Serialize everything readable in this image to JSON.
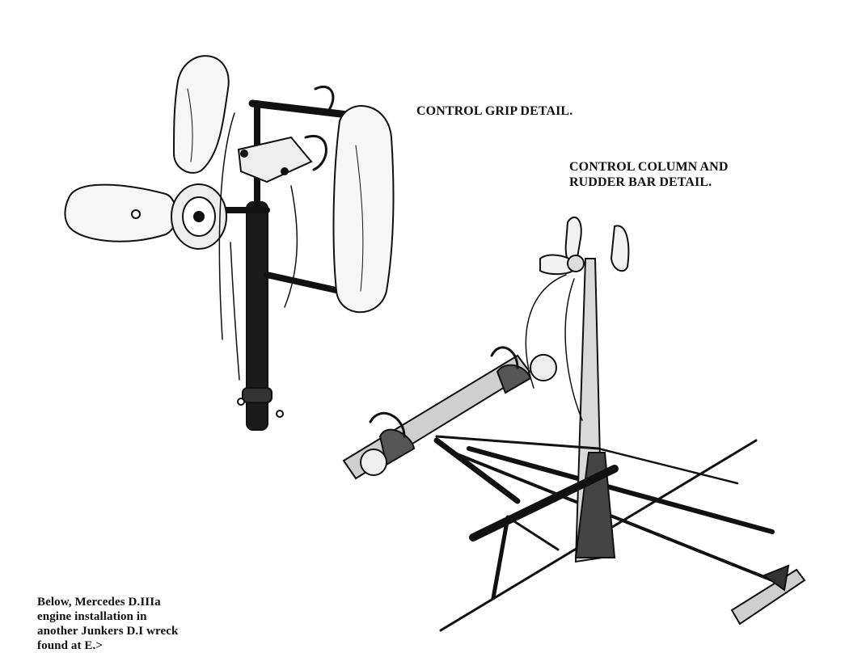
{
  "captions": {
    "grip": "CONTROL GRIP DETAIL.",
    "column_line1": "CONTROL COLUMN AND",
    "column_line2": "RUDDER BAR DETAIL.",
    "below_line1": "Below, Mercedes D.IIIa",
    "below_line2": "engine installation in",
    "below_line3": "another Junkers D.I wreck",
    "below_line4": "found at E.>"
  },
  "colors": {
    "ink": "#111111",
    "paper": "#ffffff"
  }
}
